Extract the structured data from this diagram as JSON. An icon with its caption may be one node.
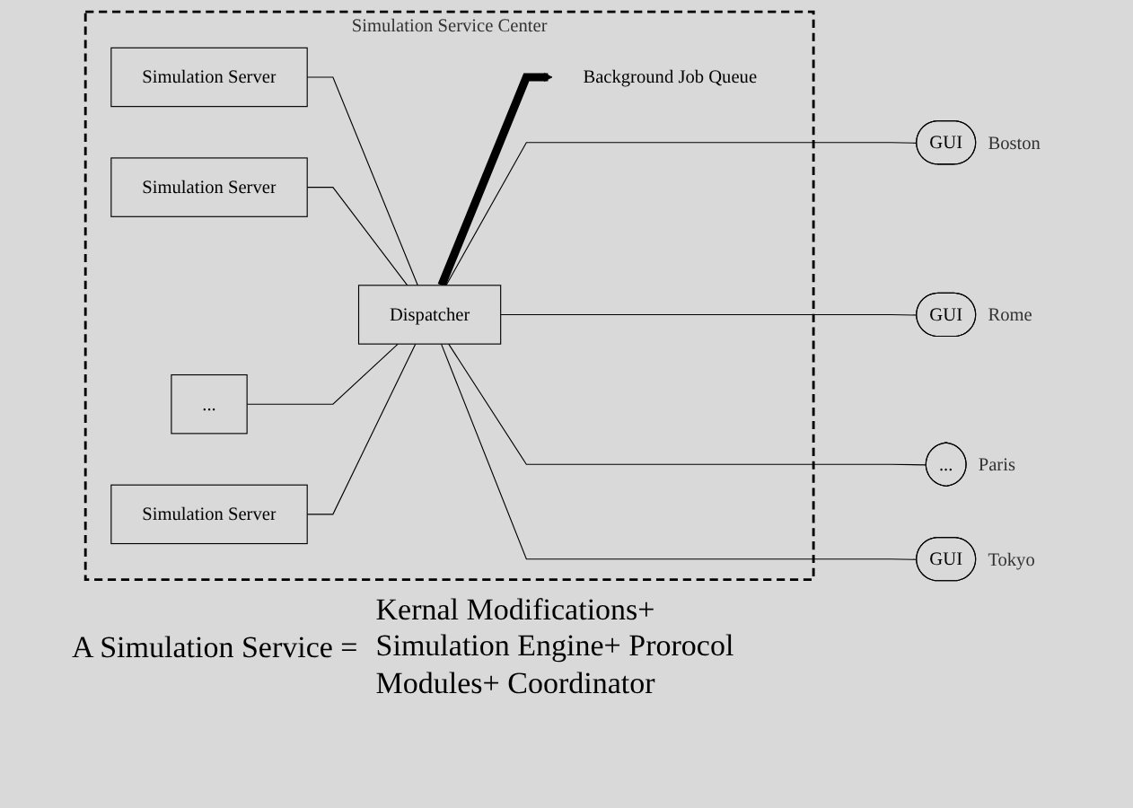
{
  "diagram": {
    "nodes": [
      {
        "text": [
          "Simulation Service Center"
        ]
      },
      {
        "text": [
          "Simulation Server"
        ],
        "in": 0
      },
      {
        "text": [
          "Simulation Server"
        ],
        "in": 0
      },
      {
        "text": [
          "..."
        ],
        "in": 0
      },
      {
        "text": [
          "Simulation Server"
        ],
        "in": 0
      },
      {
        "text": [
          "Dispatcher"
        ],
        "in": 0
      },
      {
        "text": [
          "Background Job Queue"
        ],
        "in": 0
      },
      {
        "text": [
          "GUI"
        ],
        "beside": [
          "Boston"
        ]
      },
      {
        "text": [
          "GUI"
        ],
        "beside": [
          "Rome"
        ]
      },
      {
        "text": [
          "..."
        ],
        "beside": [
          "Paris"
        ]
      },
      {
        "text": [
          "GUI"
        ],
        "beside": [
          "Tokyo"
        ]
      }
    ],
    "edges": [
      {
        "from": 1,
        "to": 5,
        "arrow": "none"
      },
      {
        "from": 2,
        "to": 5,
        "arrow": "none"
      },
      {
        "from": 3,
        "to": 5,
        "arrow": "none"
      },
      {
        "from": 4,
        "to": 5,
        "arrow": "none"
      },
      {
        "from": 5,
        "to": 6,
        "arrow": "to",
        "style": "thick"
      },
      {
        "from": 5,
        "to": 7,
        "arrow": "none"
      },
      {
        "from": 5,
        "to": 8,
        "arrow": "none"
      },
      {
        "from": 5,
        "to": 9,
        "arrow": "none"
      },
      {
        "from": 5,
        "to": 10,
        "arrow": "none"
      }
    ],
    "labels": [
      "A Simulation Service =",
      "Kernal Modifications+ Simulation Engine+ Prorocol Modules+ Coordinator"
    ]
  }
}
